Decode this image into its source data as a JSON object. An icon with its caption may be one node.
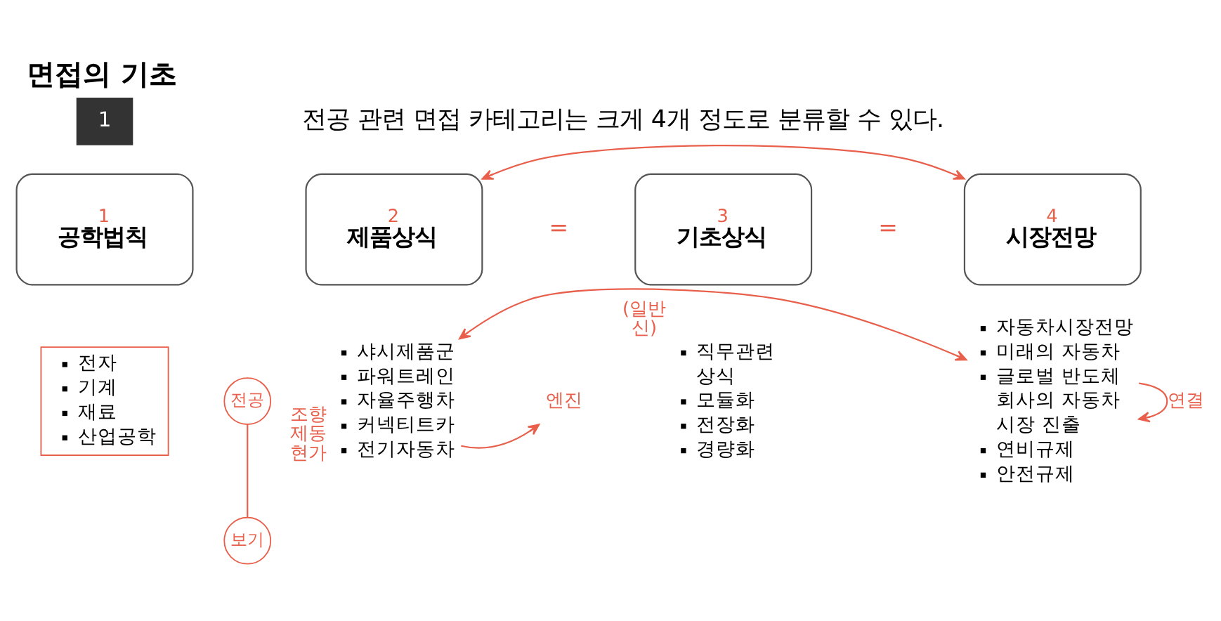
{
  "diagram": {
    "title": "면접의 기초",
    "nodes": [
      {
        "text": [
          "1",
          "공학법칙"
        ]
      },
      {
        "text": [
          "2",
          "제품상식"
        ]
      },
      {
        "text": [
          "3",
          "기초상식"
        ]
      },
      {
        "text": [
          "4",
          "시장전망"
        ]
      },
      {
        "text": [
          "전자",
          "기계",
          "재료",
          "산업공학"
        ]
      },
      {
        "text": [
          "전공"
        ]
      },
      {
        "text": [
          "보기"
        ]
      },
      {
        "text": [
          "샤시제품군",
          "파워트레인",
          "자율주행차",
          "커넥티트카",
          "전기자동차"
        ],
        "beside": [
          "조향 제동 현가"
        ]
      },
      {
        "text": [
          "엔진"
        ]
      },
      {
        "text": [
          "직무관련 상식",
          "모듈화",
          "전장화",
          "경량화"
        ],
        "beside": [
          "(일반 신)"
        ]
      },
      {
        "text": [
          "자동차시장전망",
          "미래의 자동차",
          "글로벌 반도체 회사의 자동차 시장 진출",
          "연비규제",
          "안전규제"
        ]
      }
    ],
    "edges": [
      {
        "from": 1,
        "to": 3,
        "arrow": "both"
      },
      {
        "from": 5,
        "to": 6,
        "arrow": "none"
      },
      {
        "from": 7,
        "to": 8,
        "arrow": "to"
      },
      {
        "from": 7,
        "to": 10,
        "arrow": "both"
      },
      {
        "from": 10,
        "to": 10,
        "arrow": "to",
        "label": "연결"
      }
    ],
    "labels": [
      "1",
      "전공 관련 면접 카테고리는 크게 4개 정도로 분류할 수 있다.",
      "=",
      "="
    ]
  }
}
